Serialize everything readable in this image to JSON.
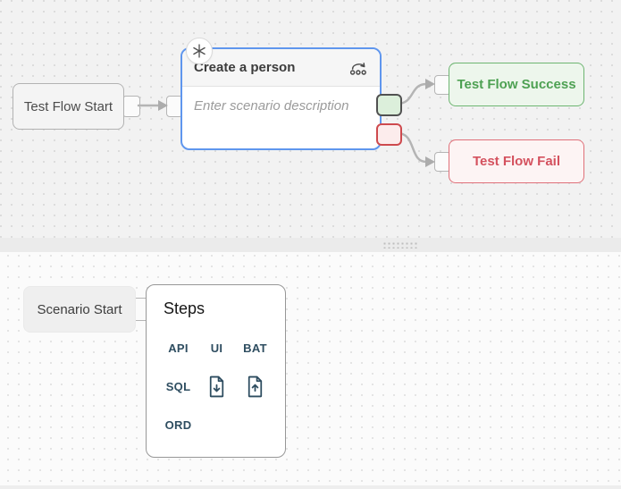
{
  "colors": {
    "scenario_node_border": "#5f96ee",
    "success_green": "#4ea153",
    "fail_red": "#d4515e",
    "step_text_slate": "#2e4d60",
    "connector_grey": "#b4b4b4"
  },
  "top_flow": {
    "start_node": {
      "label": "Test Flow Start"
    },
    "scenario_node": {
      "title": "Create a person",
      "description_placeholder": "Enter scenario description",
      "badge_icon": "asterisk-icon",
      "header_icon": "flow-run-icon"
    },
    "success_node": {
      "label": "Test Flow Success"
    },
    "fail_node": {
      "label": "Test Flow Fail"
    }
  },
  "bottom_flow": {
    "start_node": {
      "label": "Scenario Start"
    },
    "steps_panel": {
      "title": "Steps",
      "items": [
        {
          "label": "API"
        },
        {
          "label": "UI"
        },
        {
          "label": "BAT"
        },
        {
          "label": "SQL"
        },
        {
          "icon": "file-download-icon"
        },
        {
          "icon": "file-upload-icon"
        },
        {
          "label": "ORD"
        }
      ]
    }
  }
}
